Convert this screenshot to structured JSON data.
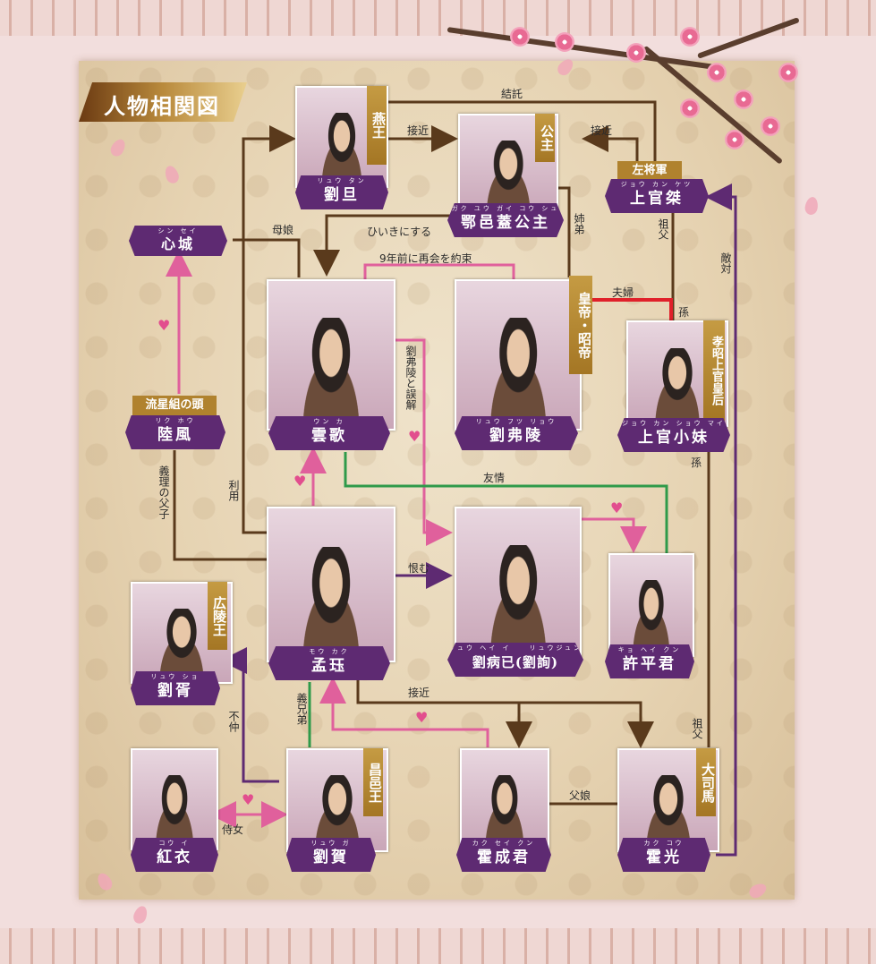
{
  "title": "人物相関図",
  "characters": {
    "liudan": {
      "ruby": "リュウ タン",
      "name": "劉旦",
      "tag": "燕王"
    },
    "koushu": {
      "ruby": "ガク ユウ ガイ コウ シュ",
      "name": "鄂邑蓋公主",
      "tag": "公主"
    },
    "jokankets": {
      "ruby": "ジョウ カン ケツ",
      "name": "上官桀",
      "top": "左将軍"
    },
    "shinsei": {
      "ruby": "シン セイ",
      "name": "心城"
    },
    "unka": {
      "ruby": "ウン カ",
      "name": "雲歌"
    },
    "ryufutsuryo": {
      "ruby": "リュウ フツ リョウ",
      "name": "劉弗陵",
      "tag": "皇帝・昭帝"
    },
    "jokanshomai": {
      "ruby": "ジョウ カン ショウ マイ",
      "name": "上官小妹",
      "tag": "孝昭上官皇后"
    },
    "rikuho": {
      "ruby": "リク ホウ",
      "name": "陸風",
      "top": "流星組の頭"
    },
    "mokaku": {
      "ruby": "モウ カク",
      "name": "孟珏"
    },
    "ryuheii": {
      "ruby": "リュウ ヘイ イ　　リュウジュン",
      "name": "劉病已(劉詢)"
    },
    "kyoheikun": {
      "ruby": "キョ ヘイ クン",
      "name": "許平君"
    },
    "ryusho": {
      "ruby": "リュウ ショ",
      "name": "劉胥",
      "tag": "広陵王"
    },
    "koi": {
      "ruby": "コウ イ",
      "name": "紅衣"
    },
    "ryuga": {
      "ruby": "リュウ ガ",
      "name": "劉賀",
      "tag": "昌邑王"
    },
    "kakuseikun": {
      "ruby": "カク セイ クン",
      "name": "霍成君"
    },
    "kakuko": {
      "ruby": "カク コウ",
      "name": "霍光",
      "tag": "大司馬"
    }
  },
  "relations": {
    "ketsutaku": "結託",
    "sekkin1": "接近",
    "sekkin2": "接近",
    "sekkin3": "接近",
    "sodefu1": "祖父",
    "sodefu2": "祖父",
    "mago1": "孫",
    "mago2": "孫",
    "tekitai": "敵対",
    "boujou": "母娘",
    "hiiki": "ひいきにする",
    "shitei": "姉弟",
    "yakusoku": "9年前に再会を約束",
    "fufu": "夫婦",
    "gokai": "劉弗陵と誤解",
    "yujo": "友情",
    "giri": "義理の父子",
    "riyo": "利用",
    "uramu": "恨む",
    "gikyodai": "義兄弟",
    "fuchu": "不仲",
    "jijo": "侍女",
    "fujo": "父娘"
  },
  "colors": {
    "line_brown": "#5a3a1c",
    "line_pink": "#e0609c",
    "line_purple": "#5e2a72",
    "line_green": "#2f9a4a",
    "line_red": "#e0202a",
    "badge_purple": "#5e2a72",
    "tag_gold": "#b0822e"
  }
}
